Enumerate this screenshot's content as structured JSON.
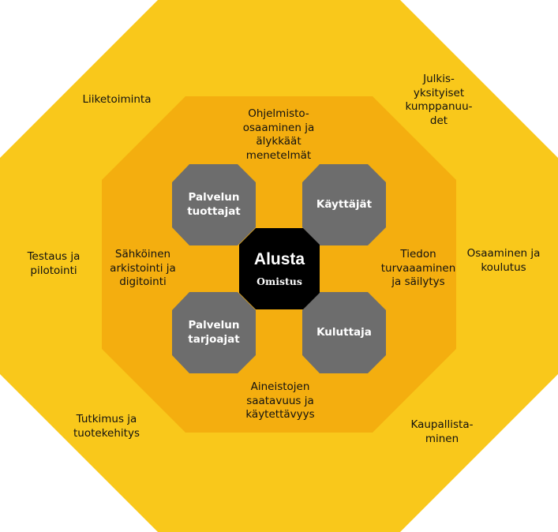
{
  "colors": {
    "outer": "#F9C81B",
    "middle": "#F4AE0F",
    "node": "#6D6D6D",
    "center": "#000000",
    "node_text": "#FFFFFF"
  },
  "outer_labels": {
    "top_left": "Liiketoiminta",
    "top_right": "Julkis-\nyksityiset\nkumppanuu-\ndet",
    "left": "Testaus ja\npilotointi",
    "right": "Osaaminen ja\nkoulutus",
    "bottom_left": "Tutkimus ja\ntuotekehitys",
    "bottom_right": "Kaupallista-\nminen"
  },
  "middle_labels": {
    "top": "Ohjelmisto-\nosaaminen ja\nälykkäät\nmenetelmät",
    "left": "Sähköinen\narkistointi ja\ndigitointi",
    "right": "Tiedon\nturvaaaminen\nja säilytys",
    "bottom": "Aineistojen\nsaatavuus ja\nkäytettävyys"
  },
  "nodes": {
    "top_left": "Palvelun\ntuottajat",
    "top_right": "Käyttäjät",
    "bottom_left": "Palvelun\ntarjoajat",
    "bottom_right": "Kuluttaja"
  },
  "center": {
    "title": "Alusta",
    "subtitle": "Omistus"
  }
}
